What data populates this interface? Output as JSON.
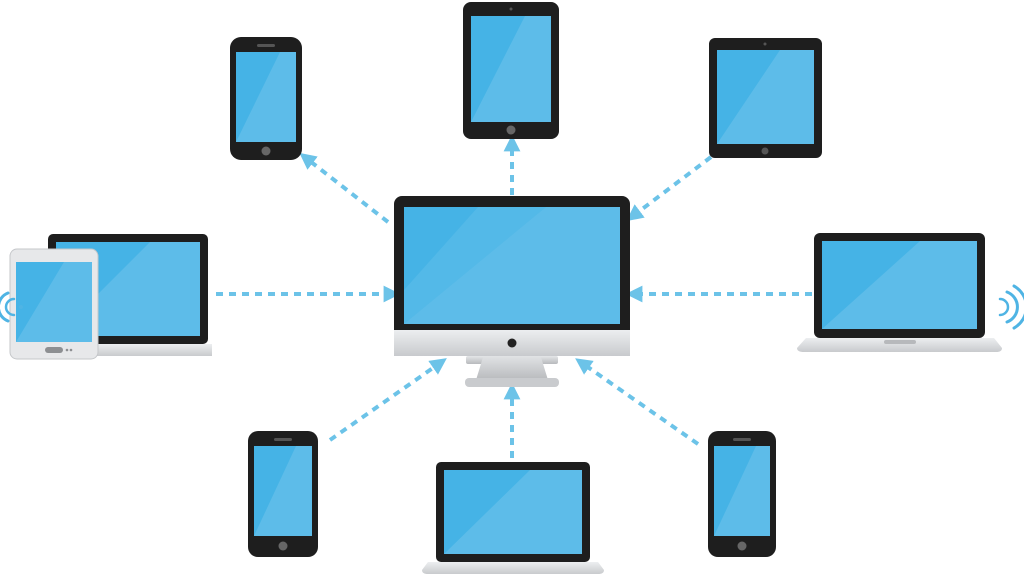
{
  "diagram": {
    "type": "hub-and-spoke device network",
    "hub": "desktop-monitor",
    "devices": [
      {
        "id": "phone-top-left",
        "kind": "smartphone",
        "direction": "outgoing"
      },
      {
        "id": "tablet-top-center",
        "kind": "tablet",
        "direction": "outgoing"
      },
      {
        "id": "tablet-top-right",
        "kind": "tablet",
        "direction": "incoming"
      },
      {
        "id": "laptop-tablet-left",
        "kind": "laptop+tablet",
        "direction": "incoming",
        "wireless": true
      },
      {
        "id": "laptop-right",
        "kind": "laptop",
        "direction": "incoming",
        "wireless": true
      },
      {
        "id": "phone-bottom-left",
        "kind": "smartphone",
        "direction": "incoming"
      },
      {
        "id": "laptop-bottom-center",
        "kind": "laptop",
        "direction": "incoming"
      },
      {
        "id": "phone-bottom-right",
        "kind": "smartphone",
        "direction": "incoming"
      }
    ]
  },
  "colors": {
    "screen": "#45b3e6",
    "arrow": "#6cc3e8",
    "device_frame": "#1e1e1e",
    "silver": "#dcdde0",
    "wireless": "#4fb4e4"
  }
}
